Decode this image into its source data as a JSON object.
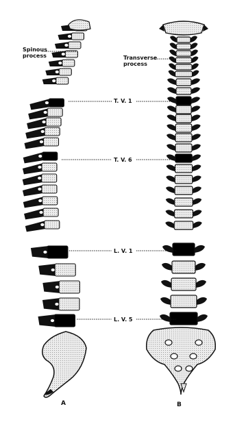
{
  "labels": {
    "spinous_line1": "Spinous",
    "spinous_line2": "process",
    "transverse_line1": "Transverse",
    "transverse_line2": "process",
    "tv1": "T. V. 1",
    "tv6": "T. V. 6",
    "lv1": "L. V. 1",
    "lv5": "L. V. 5",
    "view_a": "A",
    "view_b": "B"
  },
  "colors": {
    "ink": "#111111",
    "bone_fill": "#e4e4e4",
    "highlight": "#000000"
  },
  "figures": {
    "lateral_view": {
      "vertebra_count": 24,
      "highlighted_vertebrae": [
        "T. V. 1",
        "T. V. 6",
        "L. V. 1",
        "L. V. 5"
      ]
    },
    "posterior_view": {
      "vertebra_count": 24,
      "highlighted_vertebrae": [
        "T. V. 1",
        "T. V. 6",
        "L. V. 1",
        "L. V. 5"
      ]
    }
  }
}
